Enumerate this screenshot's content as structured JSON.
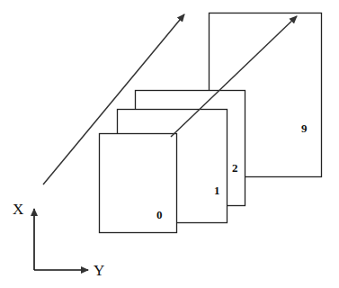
{
  "diagram": {
    "nodes": [
      {
        "text": [
          "0"
        ]
      },
      {
        "text": [
          "1"
        ]
      },
      {
        "text": [
          "2"
        ]
      },
      {
        "text": [
          "9"
        ]
      }
    ],
    "labels": [
      "X",
      "Y"
    ]
  }
}
